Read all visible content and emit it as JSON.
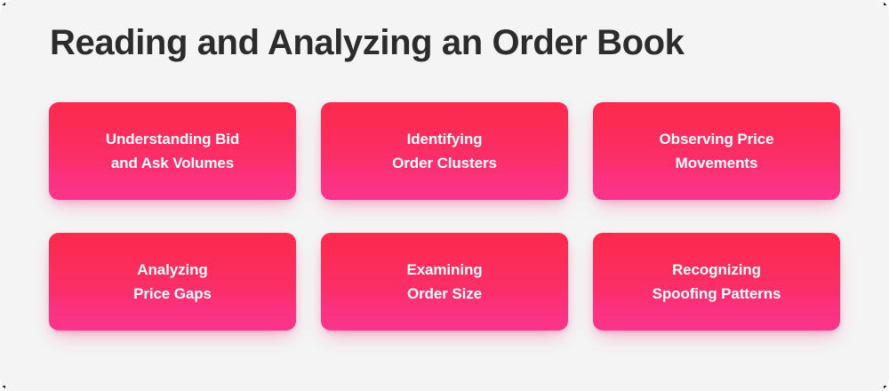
{
  "slide": {
    "background_color": "#f4f4f4",
    "title": "Reading and Analyzing an Order Book",
    "title_color": "#2c2c2c"
  },
  "theme": {
    "card_gradient_start": "#fd2a4e",
    "card_gradient_end": "#fb358c",
    "card_text_color": "#ffffff"
  },
  "cards": [
    {
      "label": "Understanding Bid\nand Ask Volumes"
    },
    {
      "label": "Identifying\nOrder Clusters"
    },
    {
      "label": "Observing Price\nMovements"
    },
    {
      "label": "Analyzing\nPrice Gaps"
    },
    {
      "label": "Examining\nOrder Size"
    },
    {
      "label": "Recognizing\nSpoofing Patterns"
    }
  ]
}
